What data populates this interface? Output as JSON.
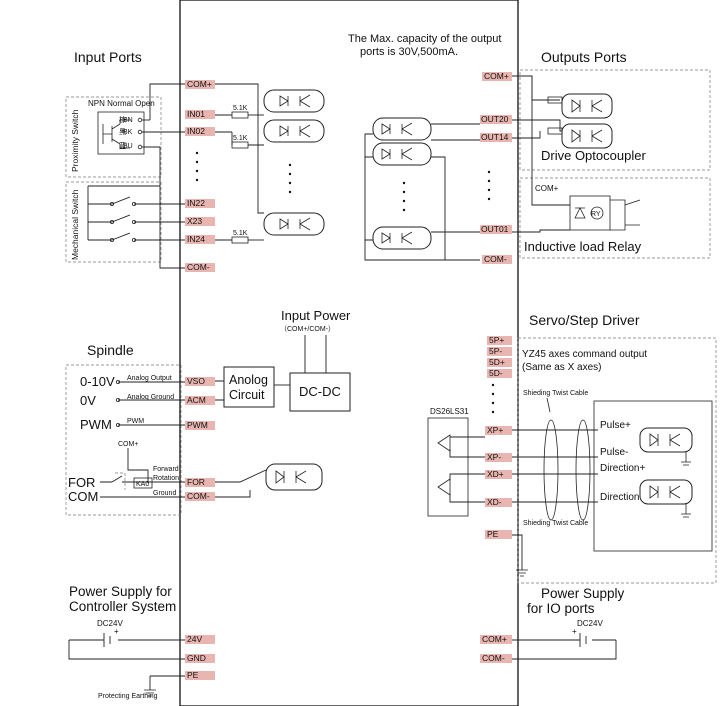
{
  "note": "The Max. capacity of the output ports is 30V,500mA.",
  "note_line1": "The Max. capacity of the output",
  "note_line2": "ports is 30V,500mA.",
  "sections": {
    "input_ports": "Input Ports",
    "outputs_ports": "Outputs Ports",
    "drive_optocoupler": "Drive Optocoupler",
    "inductive_load_relay": "Inductive load Relay",
    "input_power": "Input Power",
    "input_power_sub": "（COM+/COM-）",
    "spindle": "Spindle",
    "servo_step_driver": "Servo/Step Driver",
    "power_supply_controller_1": "Power Supply for",
    "power_supply_controller_2": "Controller System",
    "power_supply_io_1": "Power Supply",
    "power_supply_io_2": "for IO ports"
  },
  "labels": {
    "npn_normal_open": "NPN Normal Open",
    "proximity_switch": "Proximity Switch",
    "mechanical_switch": "Mechanical Switch",
    "bn": "BN",
    "bk": "BK",
    "bu": "BU",
    "color_brown": "棕",
    "color_black": "黑",
    "color_blue": "蓝",
    "resistor": "5.1K",
    "com_plus": "COM+",
    "analog_circuit_1": "Anolog",
    "analog_circuit_2": "Circuit",
    "dc_dc": "DC-DC",
    "v_0_10": "0-10V",
    "v_0": "0V",
    "pwm": "PWM",
    "analog_output": "Analog Output",
    "analog_ground": "Analog Ground",
    "pwm_small": "PWM",
    "for": "FOR",
    "com": "COM",
    "ka0": "KA0",
    "forward_1": "Forward",
    "forward_2": "Rotation",
    "ground": "Ground",
    "ry": "RY",
    "ds26ls31": "DS26LS31",
    "yz45_1": "YZ45 axes command output",
    "yz45_2": "(Same as X axes)",
    "shielding_cable": "Shieding Twist Cable",
    "pulse_plus": "Pulse+",
    "pulse_minus": "Pulse-",
    "direction_plus": "Direction+",
    "direction_minus": "Direction-",
    "dc24v": "DC24V",
    "plus": "+",
    "protecting_earthing": "Protecting Earthing"
  },
  "pins_left": [
    "COM+",
    "IN01",
    "IN02",
    "IN22",
    "X23",
    "IN24",
    "COM-",
    "VSO",
    "ACM",
    "PWM",
    "FOR",
    "COM-",
    "24V",
    "GND",
    "PE"
  ],
  "pins_right": [
    "COM+",
    "OUT20",
    "OUT14",
    "OUT01",
    "COM-",
    "5P+",
    "5P-",
    "5D+",
    "5D-",
    "XP+",
    "XP-",
    "XD+",
    "XD-",
    "PE",
    "COM+",
    "COM-"
  ]
}
